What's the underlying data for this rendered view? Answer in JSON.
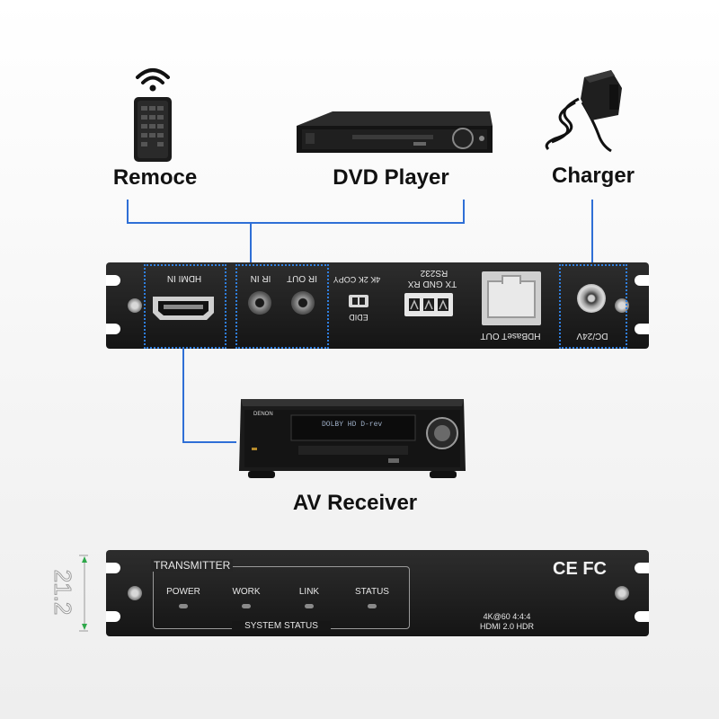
{
  "labels": {
    "remote": "Remoce",
    "dvd": "DVD Player",
    "charger": "Charger",
    "receiver": "AV Receiver"
  },
  "receiver_panel": {
    "hdmi_in": "HDMI IN",
    "ir_in": "IR IN",
    "ir_out": "IR OUT",
    "edid_modes": "4K 2K COPY",
    "edid": "EDID",
    "rs232": "RS232",
    "rs232_pins": "TX GND RX",
    "hdbaset_out": "HDBaseT OUT",
    "dc": "DC/24V"
  },
  "transmitter_panel": {
    "title": "TRANSMITTER",
    "leds": [
      "POWER",
      "WORK",
      "LINK",
      "STATUS"
    ],
    "system_status": "SYSTEM STATUS",
    "spec1": "4K@60 4:4:4",
    "spec2": "HDMI 2.0 HDR",
    "certs": "CE FC"
  },
  "dimension": "21.2",
  "device_text": {
    "brand": "DENON",
    "display": "DOLBY HD D-rev"
  },
  "colors": {
    "wire": "#2f6fd6",
    "highlight": "#2f7fe0",
    "panel": "#1c1c1c"
  }
}
